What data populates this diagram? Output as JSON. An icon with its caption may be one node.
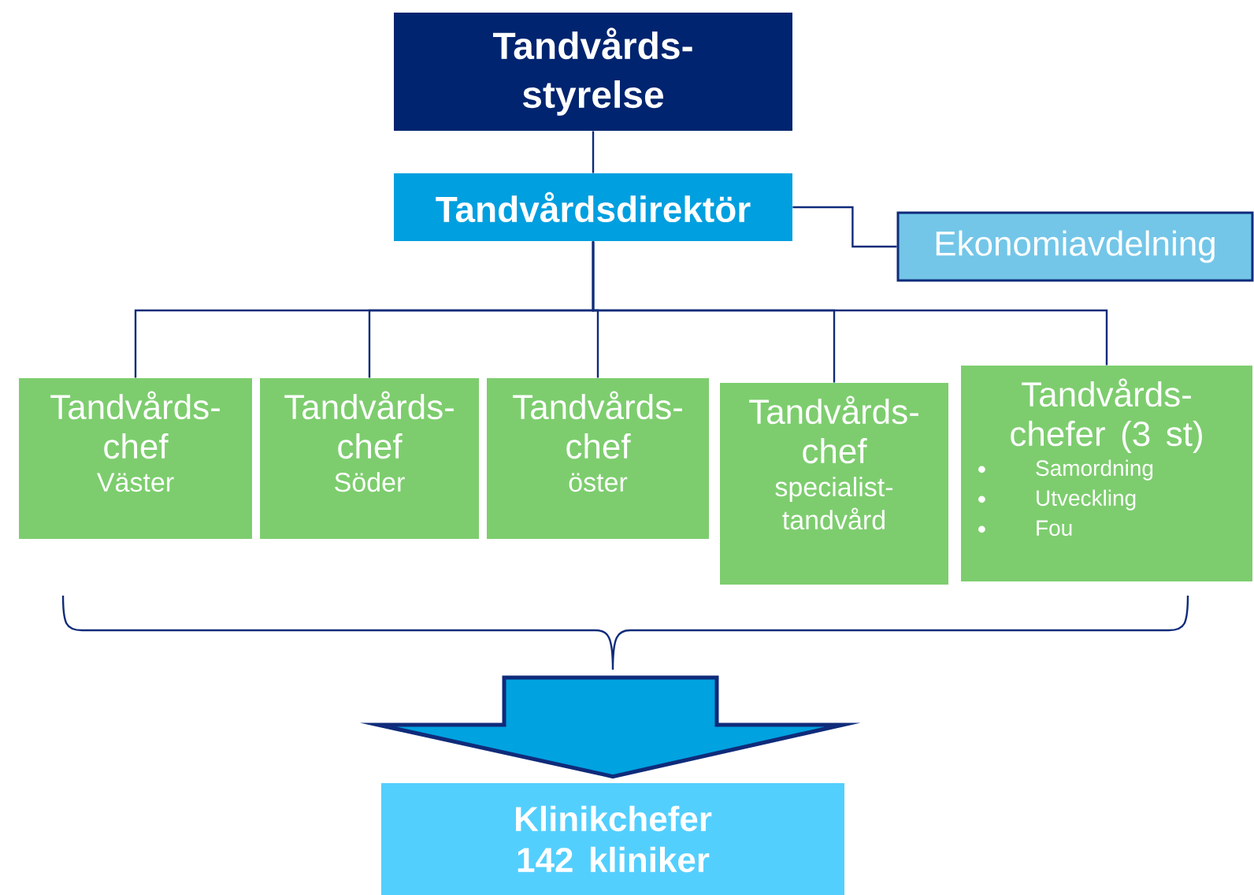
{
  "diagram": {
    "nodes": [
      {
        "text": [
          "Tandvårds- styrelse"
        ]
      },
      {
        "text": [
          "Tandvårdsdirektör"
        ]
      },
      {
        "text": [
          "Ekonomiavdelning"
        ]
      },
      {
        "text": [
          "Tandvårds- chef",
          "Väster"
        ]
      },
      {
        "text": [
          "Tandvårds- chef",
          "Söder"
        ]
      },
      {
        "text": [
          "Tandvårds- chef",
          "öster"
        ]
      },
      {
        "text": [
          "Tandvårds- chef",
          "specialist- tandvård"
        ]
      },
      {
        "text": [
          "Tandvårds- chefer (3 st)",
          "Samordning",
          "Utveckling",
          "Fou"
        ]
      },
      {
        "text": [
          "Klinikchefer 142 kliniker"
        ]
      }
    ],
    "edges": [
      {
        "from": 0,
        "to": 1,
        "arrow": "none"
      },
      {
        "from": 1,
        "to": 2,
        "arrow": "none"
      },
      {
        "from": 1,
        "to": 3,
        "arrow": "none"
      },
      {
        "from": 1,
        "to": 4,
        "arrow": "none"
      },
      {
        "from": 1,
        "to": 5,
        "arrow": "none"
      },
      {
        "from": 1,
        "to": 6,
        "arrow": "none"
      },
      {
        "from": 1,
        "to": 7,
        "arrow": "none"
      },
      {
        "from": null,
        "to": 8,
        "arrow": "to",
        "style": "thick"
      }
    ]
  }
}
